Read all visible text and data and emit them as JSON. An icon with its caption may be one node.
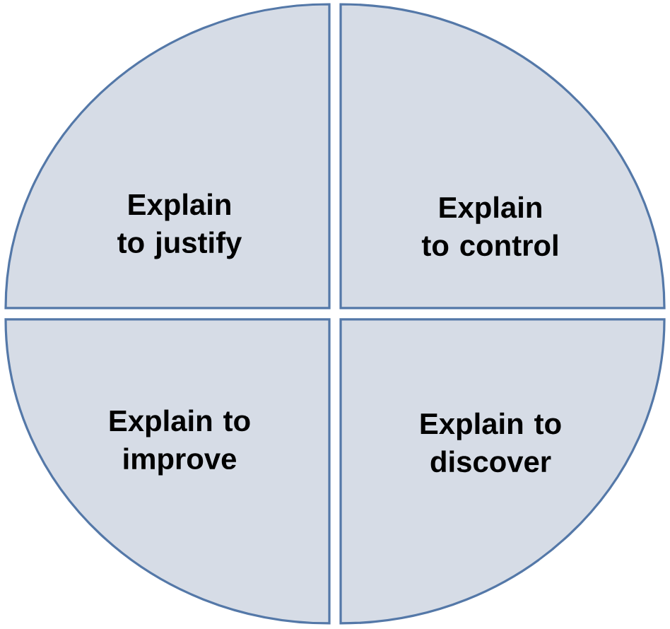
{
  "diagram": {
    "nodes": [
      {
        "text": [
          "Explain to justify"
        ]
      },
      {
        "text": [
          "Explain to control"
        ]
      },
      {
        "text": [
          "Explain to improve"
        ]
      },
      {
        "text": [
          "Explain to discover"
        ]
      }
    ]
  }
}
